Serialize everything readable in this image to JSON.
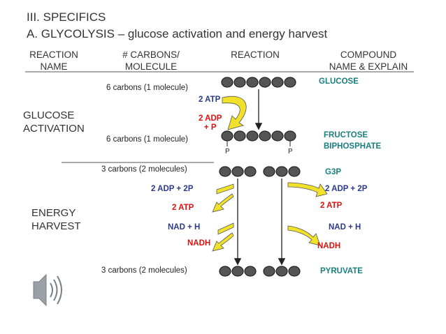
{
  "title": {
    "line1": "III. SPECIFICS",
    "line2": "A. GLYCOLYSIS – glucose activation and energy harvest"
  },
  "headers": {
    "reaction_name": [
      "REACTION",
      "NAME"
    ],
    "carbons": [
      "# CARBONS/",
      "MOLECULE"
    ],
    "reaction": "REACTION",
    "compound": [
      "COMPOUND",
      "NAME & EXPLAIN"
    ]
  },
  "row_labels": {
    "glucose_activation": [
      "GLUCOSE",
      "ACTIVATION"
    ],
    "energy_harvest": [
      "ENERGY",
      "HARVEST"
    ]
  },
  "carbons": {
    "glucose": "6 carbons (1 molecule)",
    "fructose": "6 carbons (1 molecule)",
    "g3p": "3 carbons (2 molecules)",
    "pyruvate": "3 carbons (2 molecules)"
  },
  "activation": {
    "atp_in": "2 ATP",
    "adp_out": [
      "2 ADP",
      "+ P"
    ]
  },
  "phosphate_label": "P",
  "harvest_left": {
    "adp_in": "2 ADP + 2P",
    "atp_out": "2 ATP",
    "nad_in": "NAD + H",
    "nadh_out": "NADH"
  },
  "harvest_right": {
    "adp_in": "2 ADP + 2P",
    "atp_out": "2 ATP",
    "nad_in": "NAD + H",
    "nadh_out": "NADH"
  },
  "compounds": {
    "glucose": "GLUCOSE",
    "fructose": [
      "FRUCTOSE",
      "BIPHOSPHATE"
    ],
    "g3p": "G3P",
    "pyruvate": "PYRUVATE"
  },
  "colors": {
    "blue_label": "#2b3a8c",
    "red_label": "#e01010",
    "teal_label": "#1a7f7f",
    "arrow_fill": "#f2e12a",
    "molecule": "#555555"
  },
  "icons": {
    "speaker": "speaker-icon"
  }
}
